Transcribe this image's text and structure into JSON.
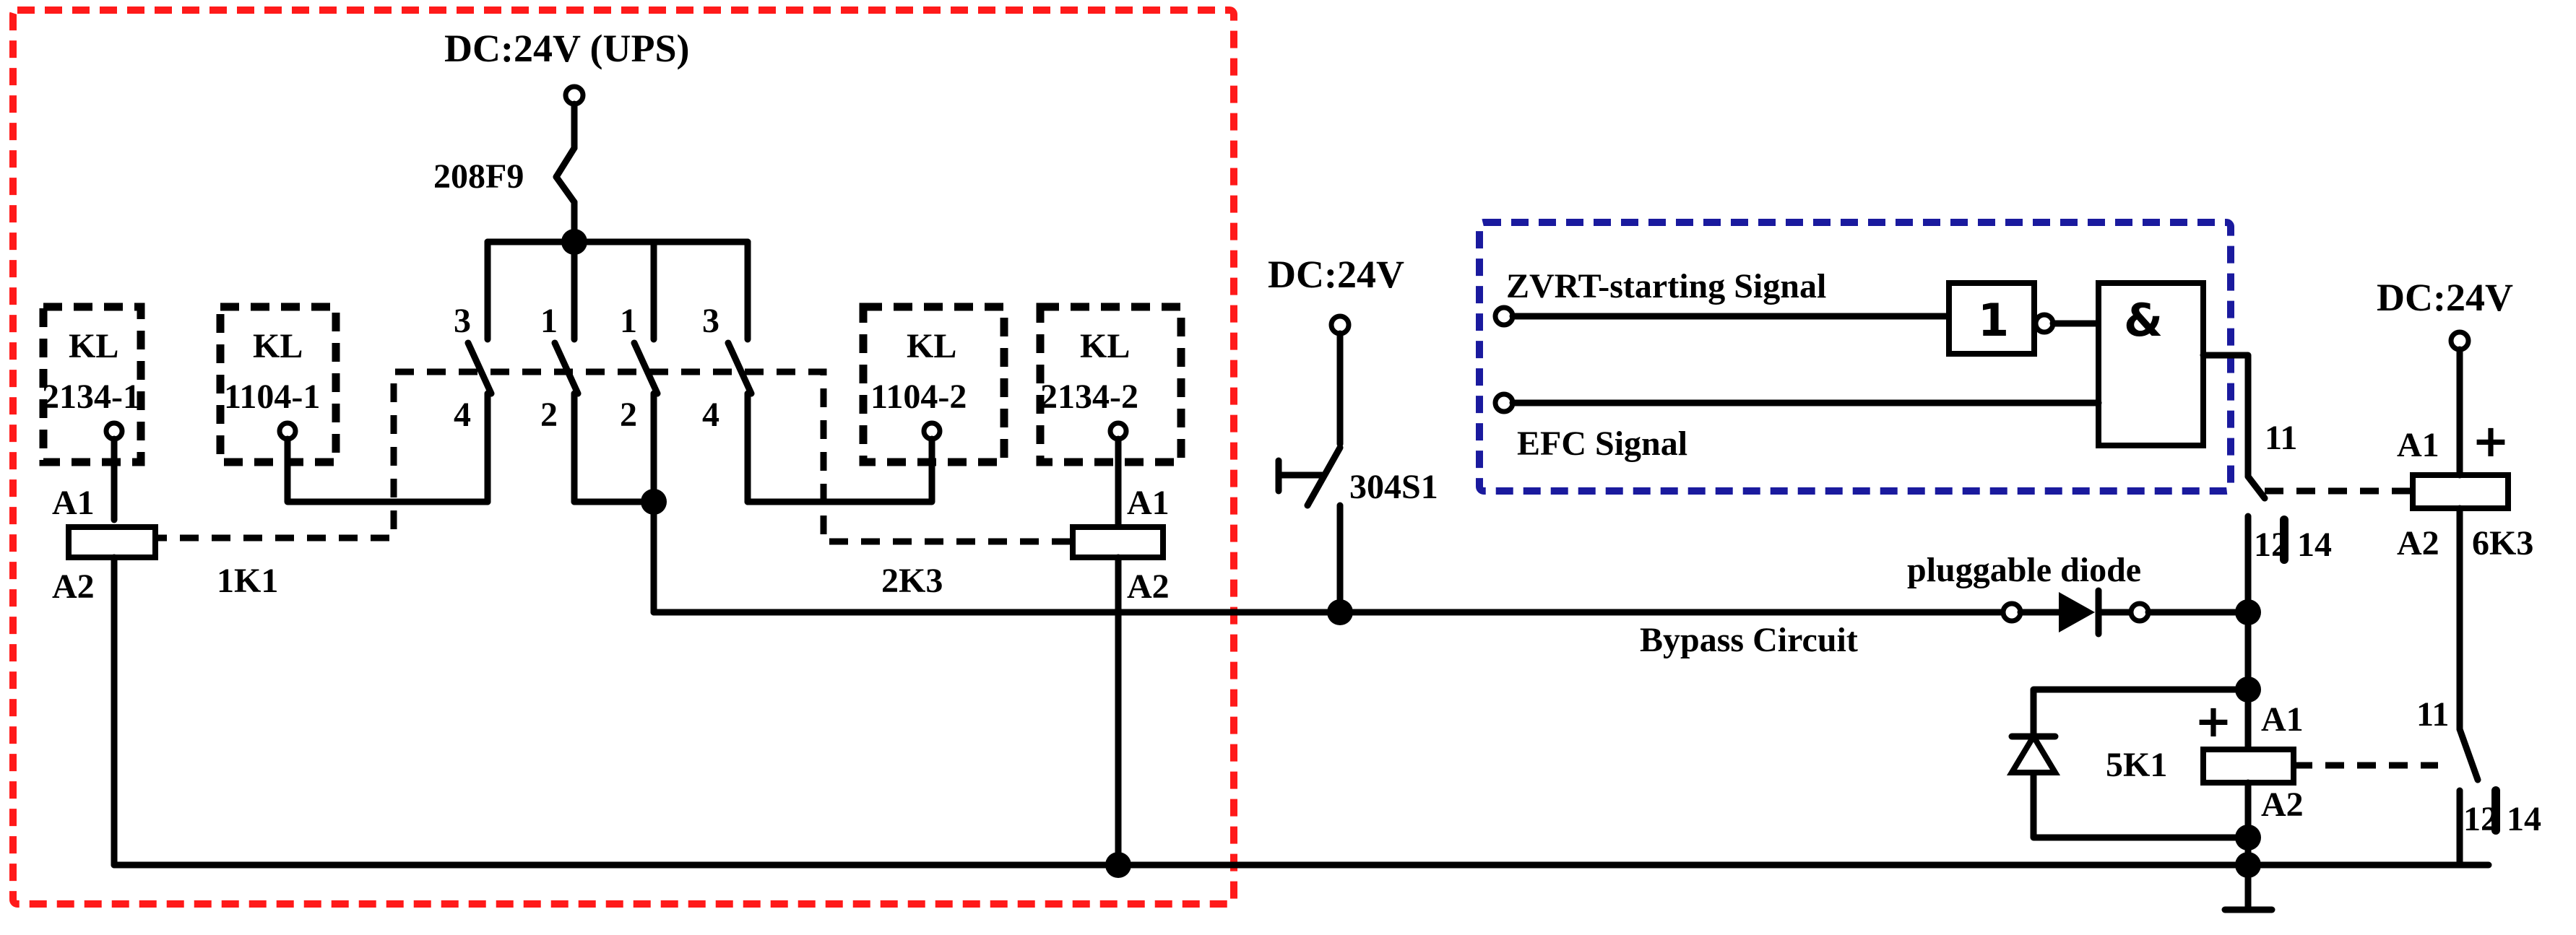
{
  "supply": {
    "ups": "DC:24V (UPS)",
    "left": "DC:24V",
    "right": "DC:24V"
  },
  "fuse": "208F9",
  "switch": "304S1",
  "modules": {
    "m1": {
      "line1": "KL",
      "line2": "2134-1"
    },
    "m2": {
      "line1": "KL",
      "line2": "1104-1"
    },
    "m3": {
      "line1": "KL",
      "line2": "1104-2"
    },
    "m4": {
      "line1": "KL",
      "line2": "2134-2"
    }
  },
  "contacts": {
    "c1_top": "3",
    "c1_bot": "4",
    "c2_top": "1",
    "c2_bot": "2",
    "c3_top": "1",
    "c3_bot": "2",
    "c4_top": "3",
    "c4_bot": "4"
  },
  "relays": {
    "k1": {
      "name": "1K1",
      "a1": "A1",
      "a2": "A2"
    },
    "k2": {
      "name": "2K3",
      "a1": "A1",
      "a2": "A2"
    },
    "k5": {
      "name": "5K1",
      "a1": "A1",
      "a2": "A2",
      "plus": "+"
    },
    "k6": {
      "name": "6K3",
      "a1": "A1",
      "a2": "A2",
      "plus": "+"
    }
  },
  "logic": {
    "signal1": "ZVRT-starting Signal",
    "signal2": "EFC Signal",
    "not_gate": "1",
    "and_gate": "&"
  },
  "labels": {
    "bypass": "Bypass Circuit",
    "diode": "pluggable diode",
    "k6_contact_top": "11",
    "k6_contact_bot": "12",
    "k6_contact_bot2": "14",
    "k5_contact_top": "11",
    "k5_contact_bot": "12",
    "k5_contact_bot2": "14"
  }
}
